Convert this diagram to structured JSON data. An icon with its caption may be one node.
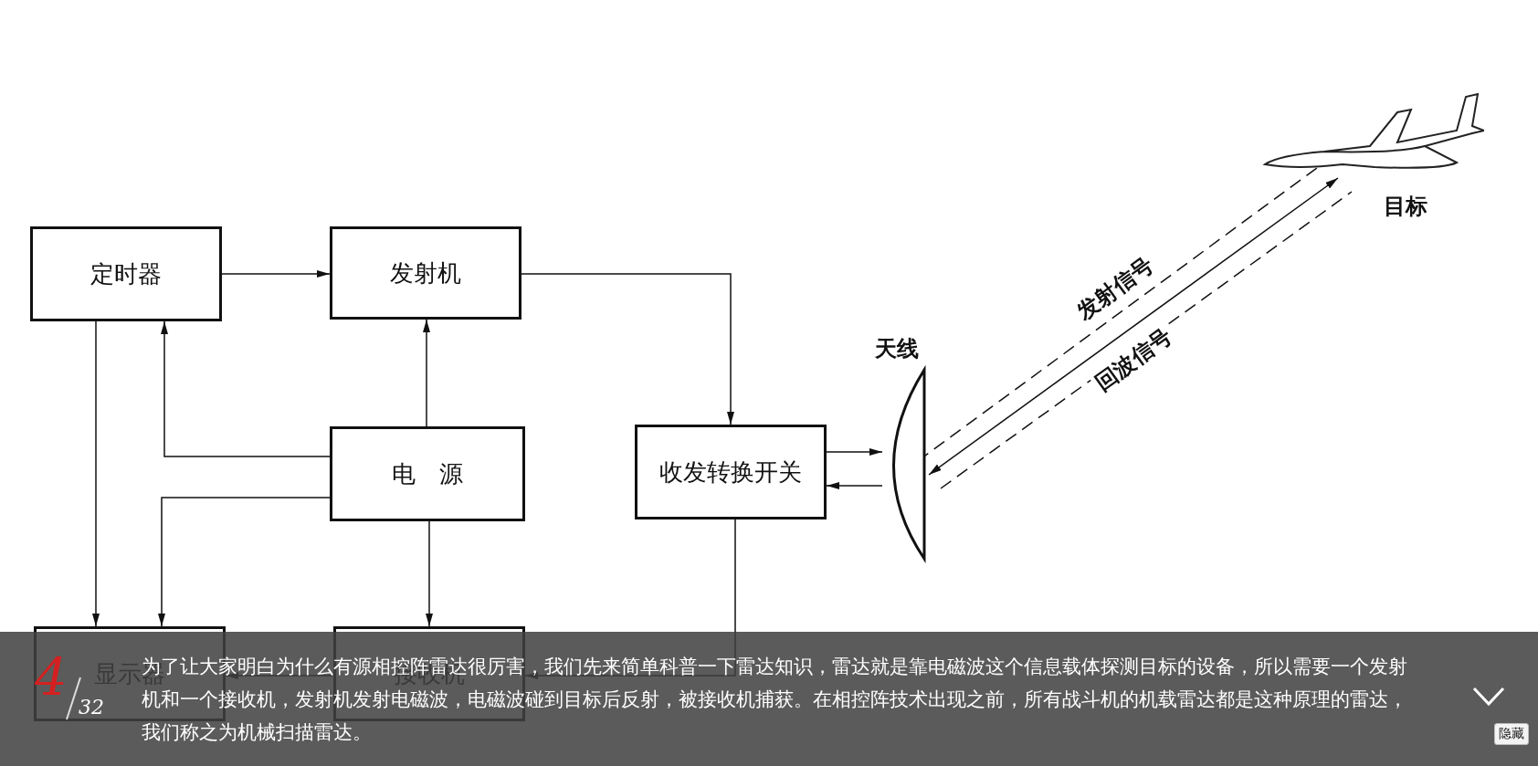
{
  "diagram": {
    "caption": "为了让大家明白为什么有源相控阵雷达很厉害，我们先来简单科普一下雷达知识，雷达就是靠电磁波这个信息载体探测目标的设备，所以需要一个发射机和一个接收机，发射机发射电磁波，电磁波碰到目标后反射，被接收机捕获。在相控阵技术出现之前，所有战斗机的机载雷达都是这种原理的雷达，我们称之为机械扫描雷达。",
    "nodes": [
      {
        "text": [
          "定时器"
        ]
      },
      {
        "text": [
          "发射机"
        ]
      },
      {
        "text": [
          "电　源"
        ]
      },
      {
        "text": [
          "收发转换开关"
        ]
      },
      {
        "text": [
          "天线"
        ]
      },
      {
        "text": [
          "目标"
        ]
      },
      {
        "text": [
          "显示器"
        ]
      },
      {
        "text": [
          "接收机"
        ]
      }
    ],
    "edges": [
      {
        "from": 0,
        "to": 1,
        "arrow": "to"
      },
      {
        "from": 1,
        "to": 3,
        "arrow": "to"
      },
      {
        "from": 2,
        "to": 0,
        "arrow": "to"
      },
      {
        "from": 2,
        "to": 1,
        "arrow": "to"
      },
      {
        "from": 0,
        "to": 6,
        "arrow": "to"
      },
      {
        "from": 2,
        "to": 6,
        "arrow": "to"
      },
      {
        "from": 2,
        "to": 7,
        "arrow": "to"
      },
      {
        "from": 3,
        "to": 4,
        "arrow": "to"
      },
      {
        "from": 4,
        "to": 3,
        "arrow": "to"
      },
      {
        "from": 4,
        "to": 5,
        "arrow": "both"
      },
      {
        "from": 4,
        "to": 5,
        "arrow": "none",
        "style": "dashed",
        "label": "发射信号"
      },
      {
        "from": 4,
        "to": 5,
        "arrow": "none",
        "style": "dashed",
        "label": "回波信号"
      },
      {
        "from": 3,
        "to": 7,
        "arrow": "to"
      },
      {
        "from": 7,
        "to": 6,
        "arrow": "to"
      }
    ],
    "labels": [
      "4",
      "32",
      "隐藏"
    ]
  }
}
